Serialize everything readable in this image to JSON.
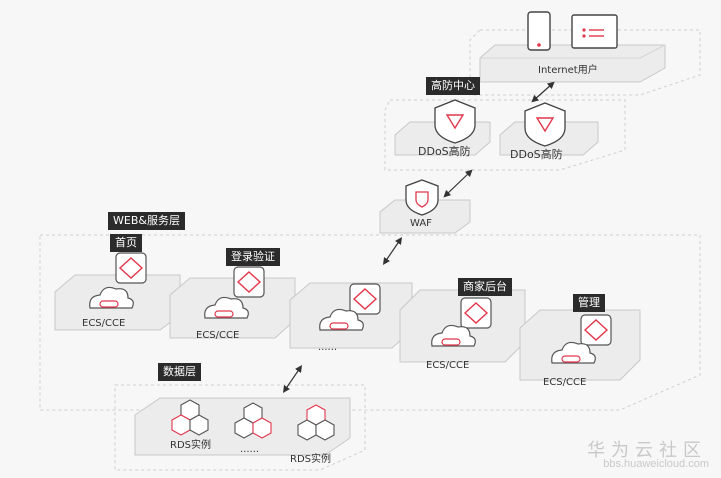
{
  "internet": {
    "label": "Internet用户"
  },
  "anti_ddos": {
    "group_label": "高防中心",
    "node1": "DDoS高防",
    "node2": "DDoS高防"
  },
  "waf": {
    "label": "WAF"
  },
  "web_layer": {
    "group_label": "WEB&服务层",
    "modules": [
      {
        "title": "首页",
        "node": "ECS/CCE"
      },
      {
        "title": "登录验证",
        "node": "ECS/CCE"
      },
      {
        "title": "",
        "node": "......"
      },
      {
        "title": "商家后台",
        "node": "ECS/CCE"
      },
      {
        "title": "管理",
        "node": "ECS/CCE"
      }
    ]
  },
  "data_layer": {
    "group_label": "数据层",
    "node1": "RDS实例",
    "node_mid": "......",
    "node2": "RDS实例"
  },
  "watermark": {
    "brand": "华为云社区",
    "url": "bbs.huaweicloud.com"
  },
  "colors": {
    "accent": "#e2374b",
    "platform": "#e9e9e9",
    "border": "#bdbdbd",
    "label_bg": "#2b2b2b"
  }
}
